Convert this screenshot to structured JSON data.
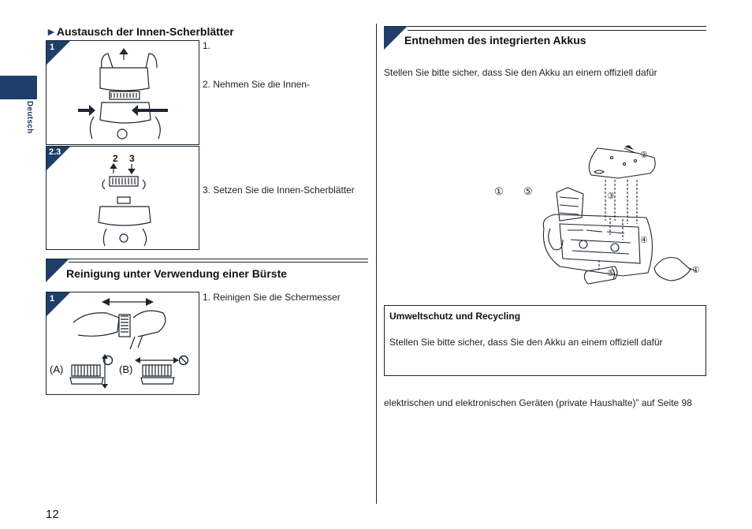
{
  "side_tab": {
    "label": "Deutsch"
  },
  "left": {
    "section1": {
      "marker": "►",
      "title": "Austausch der Innen-Scherblätter",
      "panels": [
        {
          "badge": "1"
        },
        {
          "badge": "2.3",
          "label2": "2",
          "label3": "3"
        }
      ],
      "steps": [
        {
          "text": "1."
        },
        {
          "text": "2.  Nehmen Sie die Innen-"
        },
        {
          "text": "3.  Setzen Sie die Innen-Scherblätter"
        }
      ]
    },
    "section2": {
      "title": "Reinigung unter Verwendung einer Bürste",
      "panel": {
        "badge": "1",
        "label_a": "(A)",
        "label_b": "(B)"
      },
      "steps": [
        {
          "text": "1.  Reinigen Sie die Schermesser"
        }
      ]
    }
  },
  "right": {
    "section3": {
      "title": "Entnehmen des integrierten Akkus",
      "intro": "Stellen Sie bitte sicher, dass Sie den Akku an einem offiziell dafür",
      "range_start": "①",
      "range_end": "⑤",
      "diagram_labels": [
        "①",
        "②",
        "③",
        "④",
        "⑤"
      ]
    },
    "env_box": {
      "title": "Umweltschutz und Recycling",
      "text": "Stellen Sie bitte sicher, dass Sie den Akku an einem offiziell dafür"
    },
    "footer_text": "elektrischen und elektronischen Geräten (private Haushalte)” auf Seite 98"
  },
  "page_number": "12",
  "colors": {
    "navy": "#1f3e6a",
    "line": "#1d2630"
  }
}
